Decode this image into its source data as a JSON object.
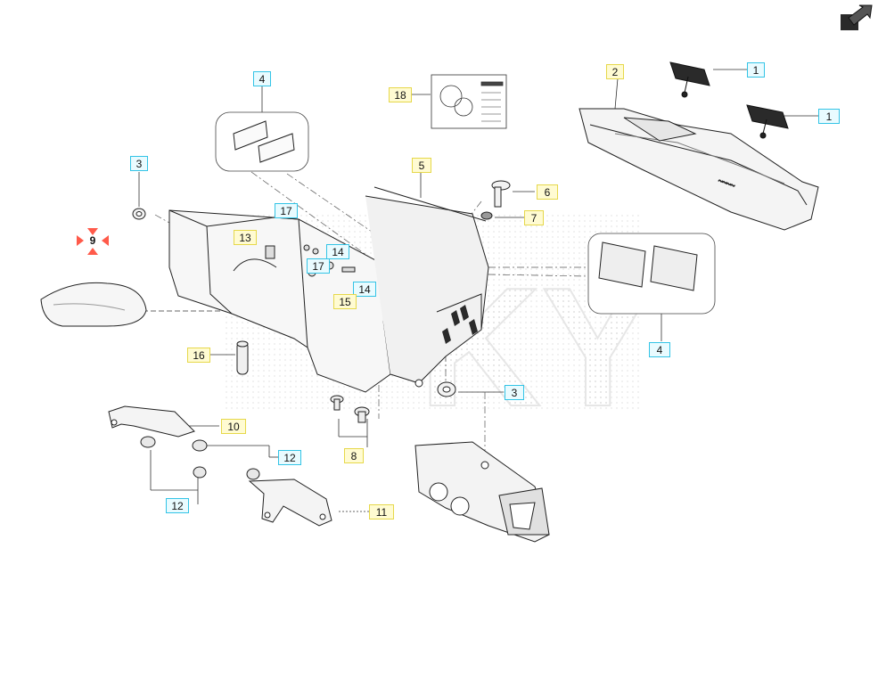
{
  "callouts": [
    {
      "id": "c1a",
      "text": "1",
      "style": "cyan"
    },
    {
      "id": "c1b",
      "text": "1",
      "style": "cyan"
    },
    {
      "id": "c2",
      "text": "2",
      "style": "yellow"
    },
    {
      "id": "c3a",
      "text": "3",
      "style": "cyan"
    },
    {
      "id": "c3b",
      "text": "3",
      "style": "cyan"
    },
    {
      "id": "c4a",
      "text": "4",
      "style": "cyan"
    },
    {
      "id": "c4b",
      "text": "4",
      "style": "cyan"
    },
    {
      "id": "c5",
      "text": "5",
      "style": "yellow"
    },
    {
      "id": "c6",
      "text": "6",
      "style": "yellow"
    },
    {
      "id": "c7",
      "text": "7",
      "style": "yellow"
    },
    {
      "id": "c8",
      "text": "8",
      "style": "yellow"
    },
    {
      "id": "c9",
      "text": "9",
      "style": "hot"
    },
    {
      "id": "c10",
      "text": "10",
      "style": "yellow"
    },
    {
      "id": "c11",
      "text": "11",
      "style": "yellow"
    },
    {
      "id": "c12a",
      "text": "12",
      "style": "cyan"
    },
    {
      "id": "c12b",
      "text": "12",
      "style": "cyan"
    },
    {
      "id": "c13",
      "text": "13",
      "style": "yellow"
    },
    {
      "id": "c14a",
      "text": "14",
      "style": "cyan"
    },
    {
      "id": "c14b",
      "text": "14",
      "style": "cyan"
    },
    {
      "id": "c15",
      "text": "15",
      "style": "yellow"
    },
    {
      "id": "c16",
      "text": "16",
      "style": "yellow"
    },
    {
      "id": "c17a",
      "text": "17",
      "style": "cyan"
    },
    {
      "id": "c17b",
      "text": "17",
      "style": "cyan"
    },
    {
      "id": "c18",
      "text": "18",
      "style": "yellow"
    }
  ],
  "watermark_text": "KY",
  "colors": {
    "cyan_border": "#33c4e6",
    "yellow_border": "#e6d84a",
    "hotspot_red": "#ff5a4a"
  },
  "icons": {
    "nav": "export-arrow-icon"
  }
}
